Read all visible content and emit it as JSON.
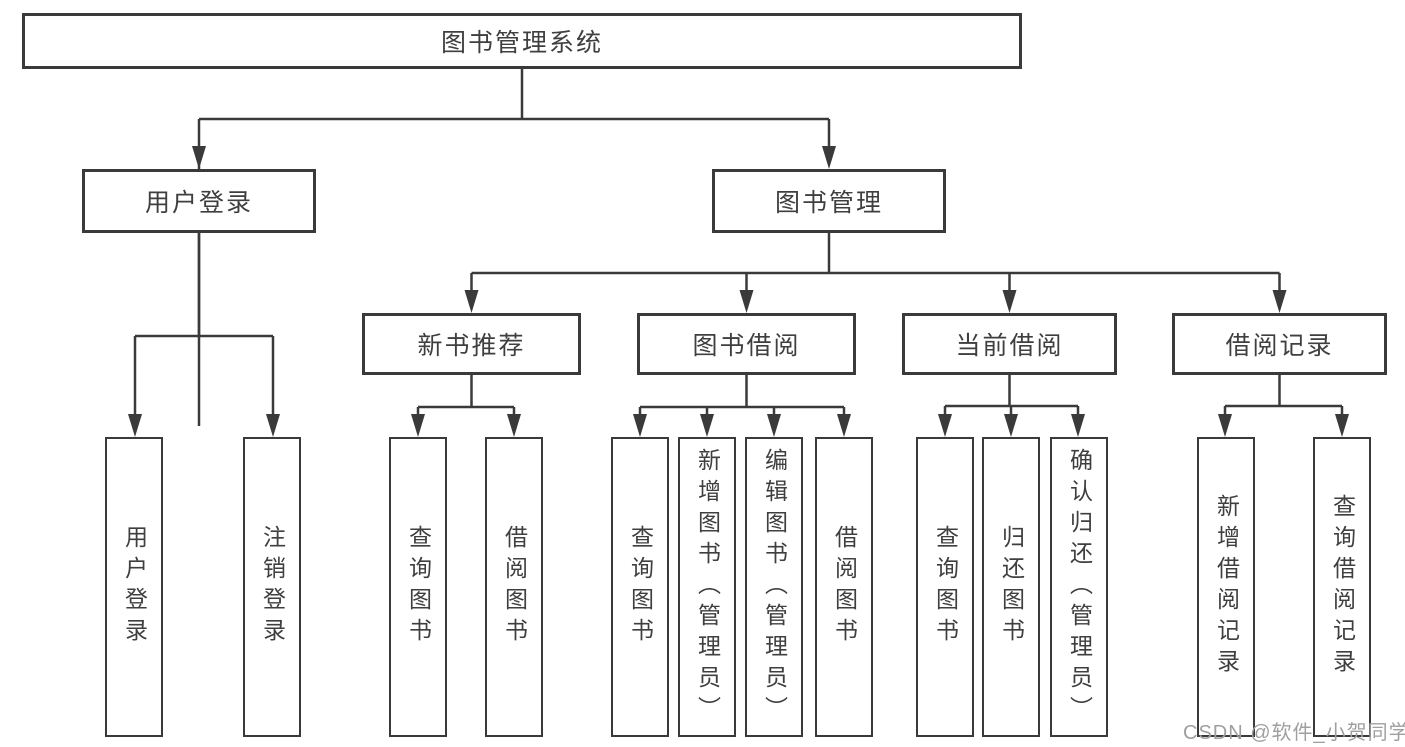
{
  "diagram": {
    "title": "图书管理系统",
    "level2": {
      "user_login": "用户登录",
      "book_mgmt": "图书管理"
    },
    "level3": {
      "new_books": "新书推荐",
      "book_borrow": "图书借阅",
      "current_borrow": "当前借阅",
      "borrow_records": "借阅记录"
    },
    "leaves": {
      "user_login": [
        "用户登录",
        "注销登录"
      ],
      "new_books": [
        "查询图书",
        "借阅图书"
      ],
      "book_borrow": [
        "查询图书",
        "新增图书（管理员）",
        "编辑图书（管理员）",
        "借阅图书"
      ],
      "current_borrow": [
        "查询图书",
        "归还图书",
        "确认归还（管理员）"
      ],
      "borrow_records": [
        "新增借阅记录",
        "查询借阅记录"
      ]
    }
  },
  "watermark": {
    "text": "CSDN @软件_小贺同学"
  },
  "colors": {
    "line": "#3a3a3a",
    "text": "#3f3f3f",
    "watermark": "#9f9f9f",
    "background": "#ffffff"
  }
}
